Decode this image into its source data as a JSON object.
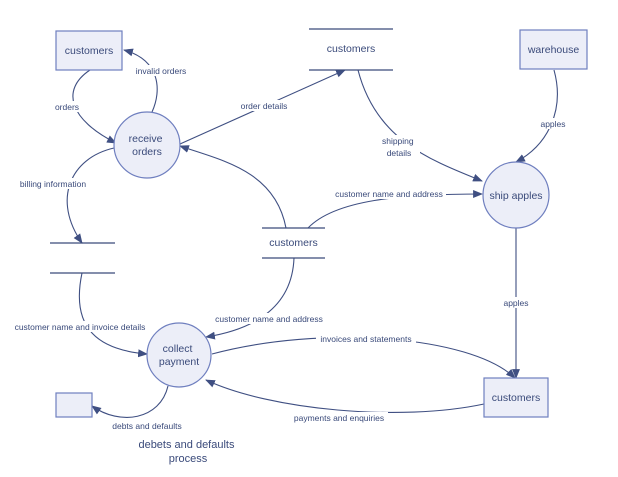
{
  "entities": {
    "customers_top_left": "customers",
    "warehouse": "warehouse",
    "customers_bottom_right": "customers",
    "unnamed_entity": ""
  },
  "processes": {
    "receive_orders": [
      "receive",
      "orders"
    ],
    "ship_apples": [
      "ship apples"
    ],
    "collect_payment": [
      "collect",
      "payment"
    ]
  },
  "stores": {
    "customers_store_top": "customers",
    "customers_store_middle": "customers",
    "unnamed_store": ""
  },
  "flows": {
    "invalid_orders": "invalid orders",
    "orders": "orders",
    "order_details": "order details",
    "billing_information": "billing information",
    "shipping_details": [
      "shipping",
      "details"
    ],
    "apples_from_warehouse": "apples",
    "customer_name_and_address_ship": "customer name and address",
    "apples_to_customers": "apples",
    "customer_name_and_invoice_details": "customer name and invoice details",
    "customer_name_and_address_collect": "customer name and address",
    "invoices_and_statements": "invoices and statements",
    "payments_and_enquiries": "payments and enquiries",
    "debts_and_defaults": "debts and defaults"
  },
  "caption": [
    "debets and defaults",
    "process"
  ]
}
